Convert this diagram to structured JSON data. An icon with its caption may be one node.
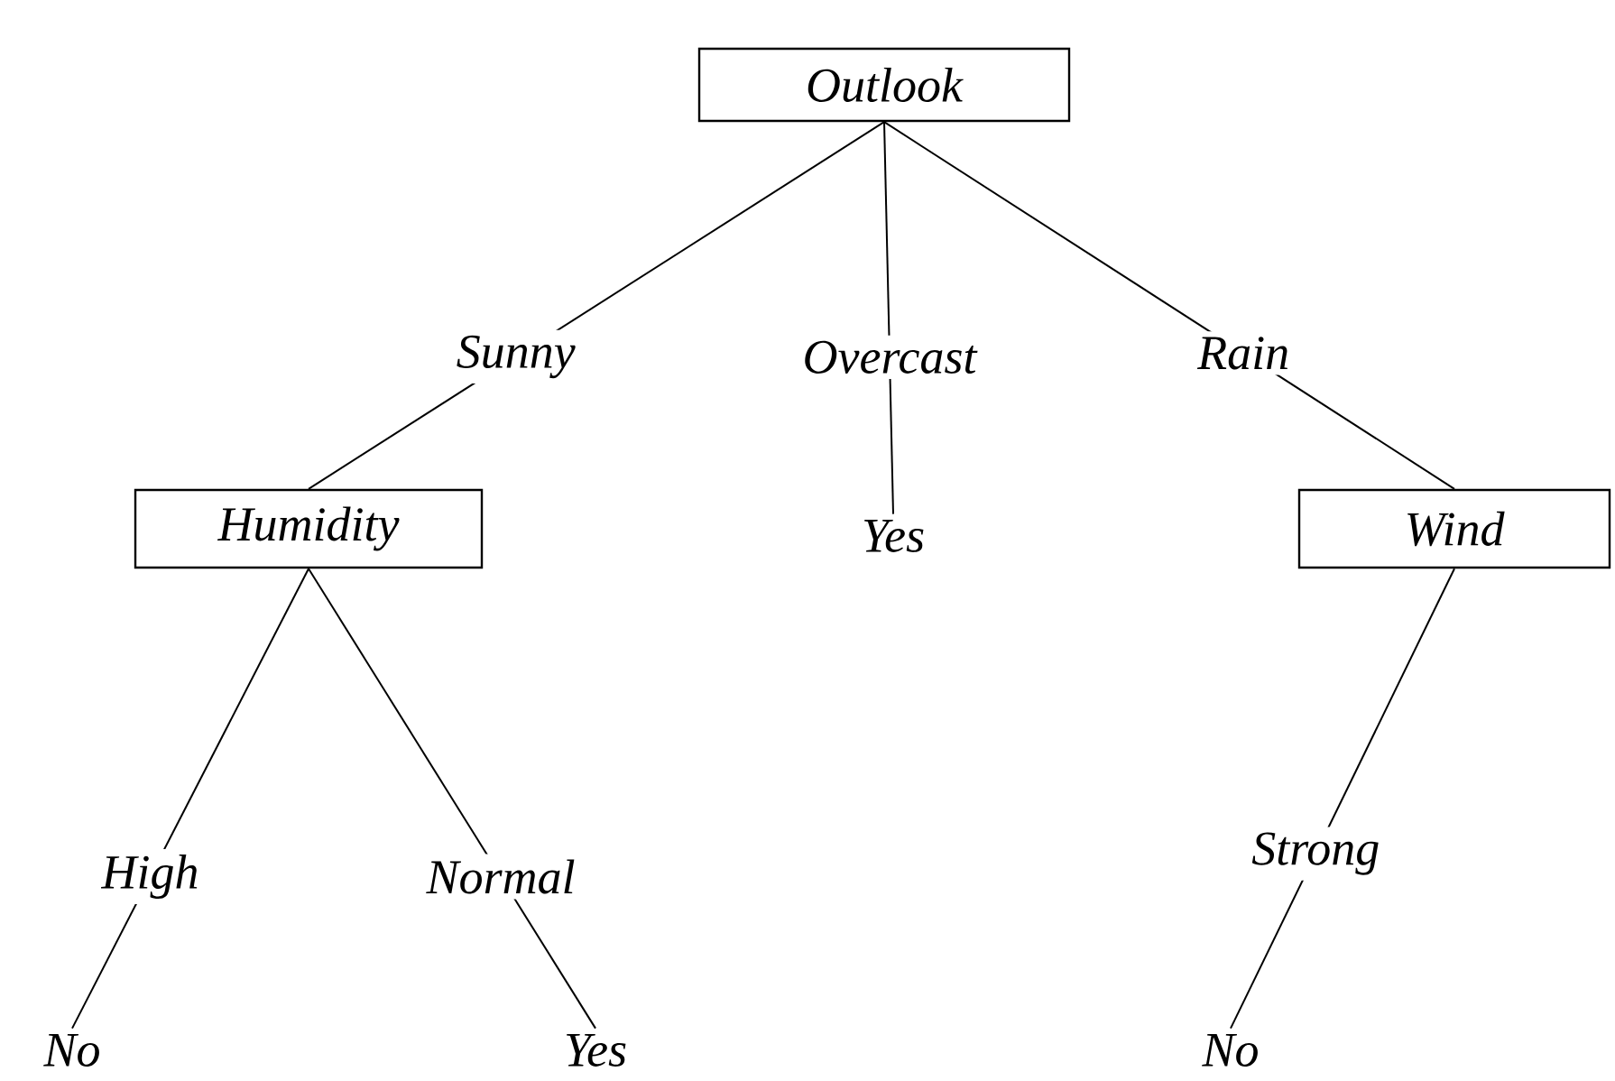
{
  "diagram": {
    "nodes": [
      {
        "text": [
          "Outlook"
        ]
      },
      {
        "text": [
          "Humidity"
        ]
      },
      {
        "text": [
          "Yes"
        ]
      },
      {
        "text": [
          "Wind"
        ]
      },
      {
        "text": [
          "No"
        ]
      },
      {
        "text": [
          "Yes"
        ]
      },
      {
        "text": [
          "No"
        ]
      }
    ],
    "edges": [
      {
        "from": 0,
        "to": 1,
        "arrow": "none",
        "label": "Sunny"
      },
      {
        "from": 0,
        "to": 2,
        "arrow": "none",
        "label": "Overcast"
      },
      {
        "from": 0,
        "to": 3,
        "arrow": "none",
        "label": "Rain"
      },
      {
        "from": 1,
        "to": 4,
        "arrow": "none",
        "label": "High"
      },
      {
        "from": 1,
        "to": 5,
        "arrow": "none",
        "label": "Normal"
      },
      {
        "from": 3,
        "to": 6,
        "arrow": "none",
        "label": "Strong"
      }
    ]
  }
}
